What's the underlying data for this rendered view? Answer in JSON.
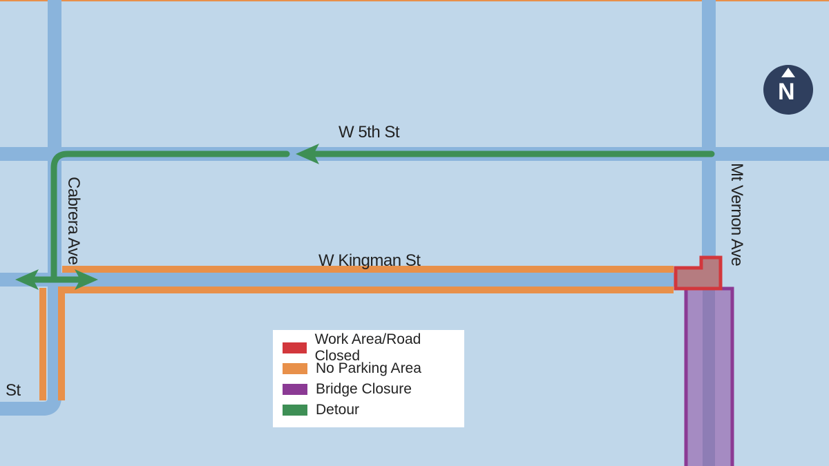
{
  "streets": {
    "w5th": "W 5th St",
    "kingman": "W Kingman St",
    "cabrera": "Cabrera Ave",
    "mtvernon": "Mt Vernon Ave",
    "partial_st": "St"
  },
  "north_arrow": {
    "letter": "N",
    "icon": "north-arrow-icon"
  },
  "legend": [
    {
      "label": "Work Area/Road Closed",
      "color": "#d2373c"
    },
    {
      "label": "No Parking Area",
      "color": "#e8904a"
    },
    {
      "label": "Bridge Closure",
      "color": "#8b3a94"
    },
    {
      "label": "Detour",
      "color": "#3e8f55"
    }
  ]
}
